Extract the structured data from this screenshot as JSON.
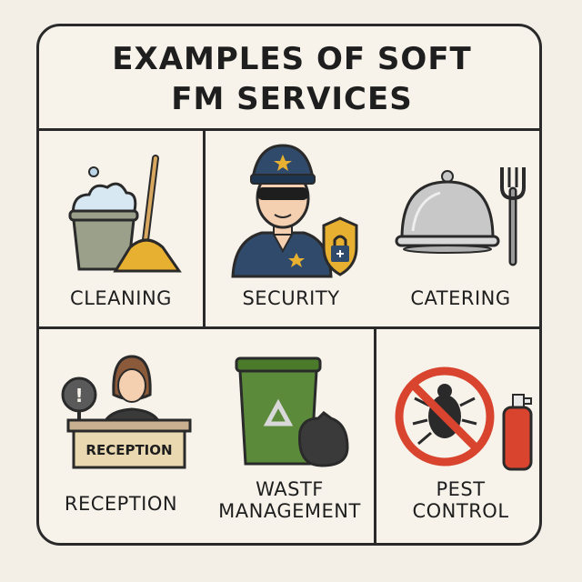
{
  "title_line1": "EXAMPLES OF SOFT",
  "title_line2": "FM SERVICES",
  "services": [
    {
      "label": "CLEANING",
      "icon": "cleaning-bucket-mop-icon"
    },
    {
      "label": "SECURITY",
      "icon": "security-guard-shield-icon"
    },
    {
      "label": "CATERING",
      "icon": "cloche-fork-icon"
    },
    {
      "label": "RECEPTION",
      "sign": "RECEPTION",
      "icon": "reception-desk-icon"
    },
    {
      "label_line1": "WASTF",
      "label_line2": "MANAGEMENT",
      "icon": "waste-bin-bag-icon"
    },
    {
      "label_line1": "PEST",
      "label_line2": "CONTROL",
      "icon": "no-bugs-spray-icon"
    }
  ],
  "colors": {
    "background": "#f3efe6",
    "outline": "#2a2a2a",
    "guard_blue": "#2f4a6a",
    "shield_gold": "#e8b030",
    "bin_green": "#5b8a3a",
    "prohibit_red": "#d9442f",
    "desk_tan": "#ead9b0"
  }
}
